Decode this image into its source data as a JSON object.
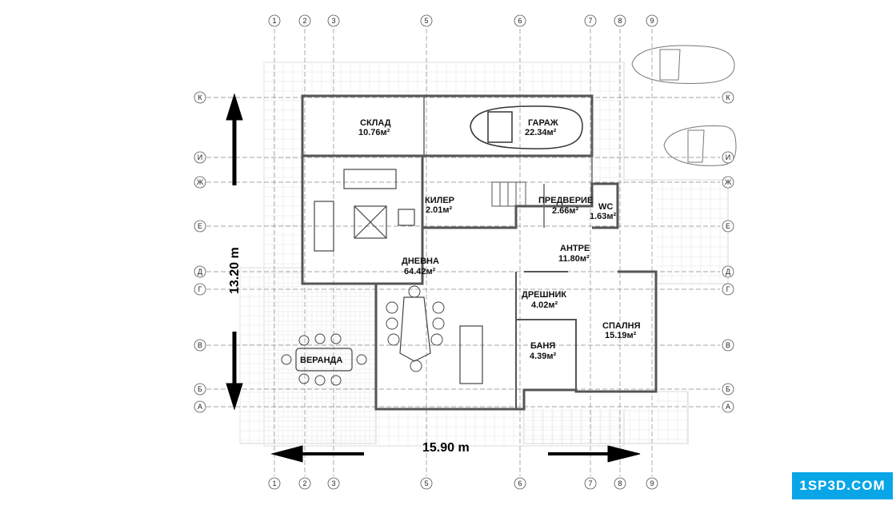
{
  "grid_axes": {
    "vertical": [
      "1",
      "2",
      "3",
      "5",
      "6",
      "7",
      "8",
      "9"
    ],
    "horizontal": [
      "К",
      "И",
      "Ж",
      "Е",
      "Д",
      "Г",
      "В",
      "Б",
      "А"
    ]
  },
  "rooms": [
    {
      "name": "СКЛАД",
      "area": "10.76м²"
    },
    {
      "name": "ГАРАЖ",
      "area": "22.34м²"
    },
    {
      "name": "КИЛЕР",
      "area": "2.01м²"
    },
    {
      "name": "ПРЕДВЕРИЕ",
      "area": "2.66м²"
    },
    {
      "name": "WC",
      "area": "1.63м²"
    },
    {
      "name": "АНТРЕ",
      "area": "11.80м²"
    },
    {
      "name": "ДНЕВНА",
      "area": "64.42м²"
    },
    {
      "name": "ДРЕШНИК",
      "area": "4.02м²"
    },
    {
      "name": "СПАЛНЯ",
      "area": "15.19м²"
    },
    {
      "name": "БАНЯ",
      "area": "4.39м²"
    },
    {
      "name": "ВЕРАНДА",
      "area": ""
    }
  ],
  "dimensions": {
    "width": "15.90 m",
    "depth": "13.20 m"
  },
  "logo": {
    "text": "1SP3D.COM"
  },
  "colors": {
    "wall": "#555555",
    "grid": "#cfcfcf",
    "text": "#111111",
    "logo": "#08a6e6"
  }
}
